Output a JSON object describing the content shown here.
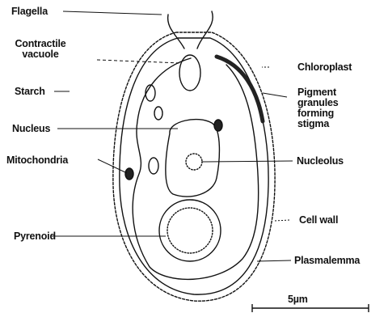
{
  "labels": {
    "flagella": "Flagella",
    "contractile_vacuole": "Contractile vacuole",
    "starch": "Starch",
    "nucleus": "Nucleus",
    "mitochondria": "Mitochondria",
    "pyrenoid": "Pyrenoid",
    "chloroplast": "Chloroplast",
    "pigment_granules": "Pigment granules forming stigma",
    "nucleolus": "Nucleolus",
    "cell_wall": "Cell wall",
    "plasmalemma": "Plasmalemma",
    "scale_bar": "5µm"
  },
  "colors": {
    "ink": "#111111",
    "background": "#ffffff"
  }
}
